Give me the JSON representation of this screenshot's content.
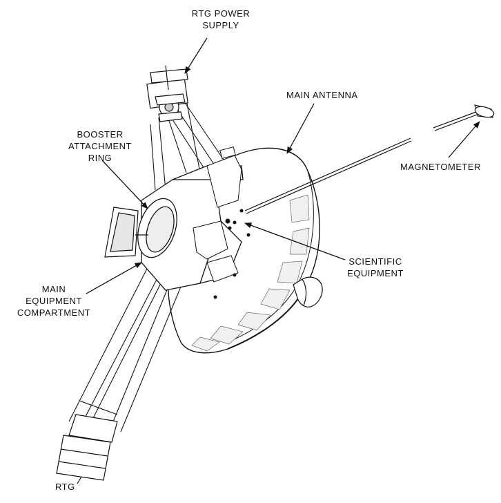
{
  "labels": {
    "rtg_power_supply": [
      "RTG POWER",
      "SUPPLY"
    ],
    "main_antenna": [
      "MAIN ANTENNA"
    ],
    "magnetometer": [
      "MAGNETOMETER"
    ],
    "booster_ring": [
      "BOOSTER",
      "ATTACHMENT",
      "RING"
    ],
    "scientific_equipment": [
      "SCIENTIFIC",
      "EQUIPMENT"
    ],
    "main_equipment": [
      "MAIN",
      "EQUIPMENT",
      "COMPARTMENT"
    ],
    "rtg": [
      "RTG"
    ]
  },
  "colors": {
    "ink": "#111111",
    "paper": "#ffffff",
    "shade": "#d9d9d9"
  }
}
